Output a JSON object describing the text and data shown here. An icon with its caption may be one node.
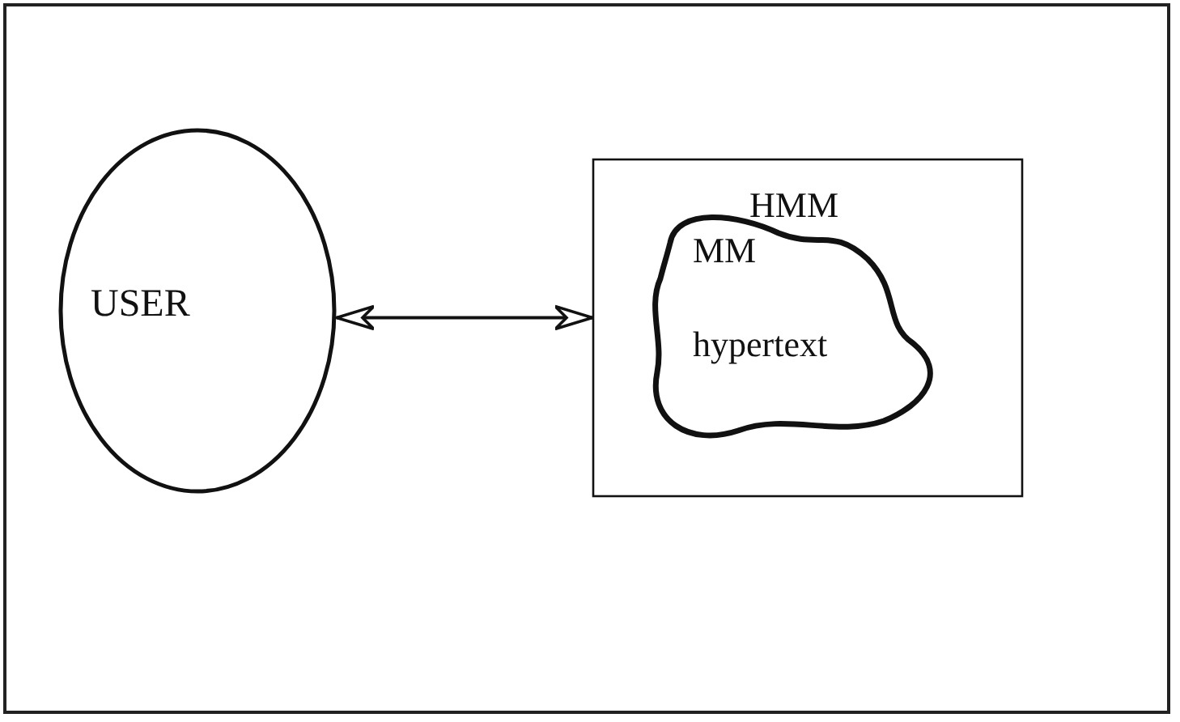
{
  "diagram": {
    "nodes": [
      {
        "text": [
          "USER"
        ]
      },
      {
        "text": [
          "HMM"
        ]
      },
      {
        "text": [
          "MM",
          "hypertext"
        ],
        "in": 1
      }
    ],
    "edges": [
      {
        "from": 0,
        "to": 1,
        "arrow": "both"
      }
    ]
  }
}
